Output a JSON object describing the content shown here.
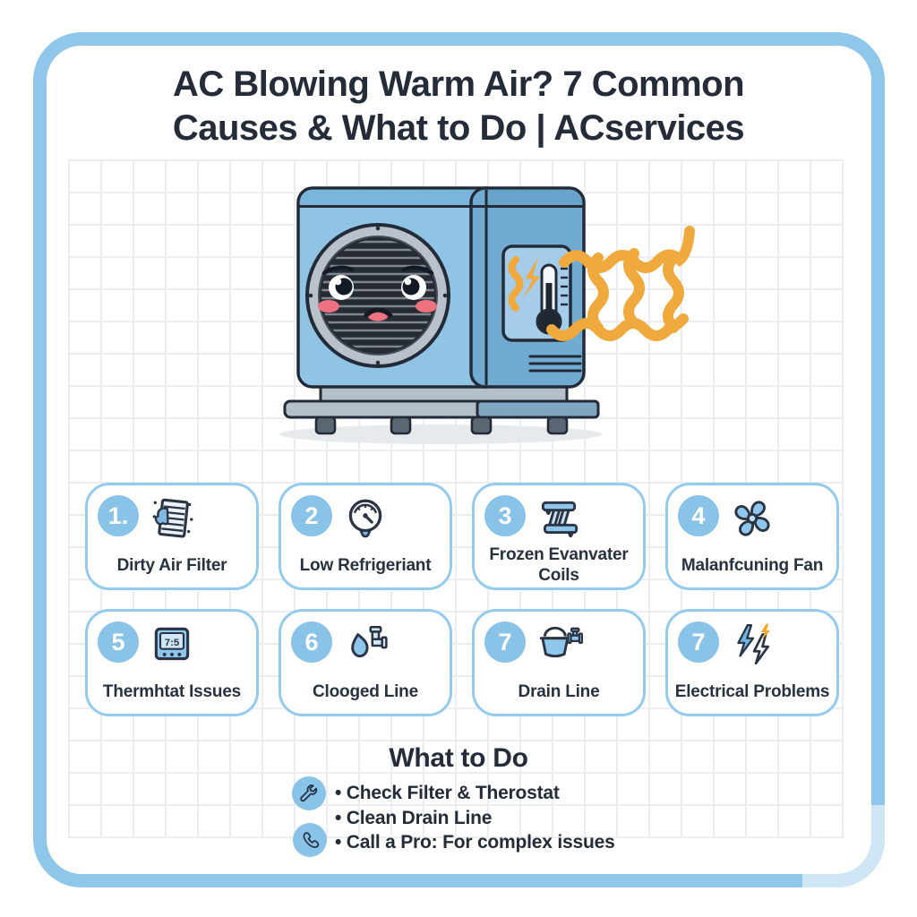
{
  "title": {
    "line1": "AC Blowing Warm Air? 7 Common",
    "line2": "Causes & What to Do | ACservices"
  },
  "cards": [
    {
      "number": "1.",
      "icon": "dirty-air-filter-icon",
      "label": "Dirty Air Filter"
    },
    {
      "number": "2",
      "icon": "pressure-gauge-icon",
      "label": "Low Refrigeriant"
    },
    {
      "number": "3",
      "icon": "frozen-coils-icon",
      "label": "Frozen Evanvater Coils"
    },
    {
      "number": "4",
      "icon": "fan-icon",
      "label": "Malanfcuning Fan"
    },
    {
      "number": "5",
      "icon": "thermostat-icon",
      "label": "Thermhtat Issues",
      "display": "7:5"
    },
    {
      "number": "6",
      "icon": "clogged-pipe-icon",
      "label": "Clooged Line"
    },
    {
      "number": "7",
      "icon": "bucket-drain-icon",
      "label": "Drain Line"
    },
    {
      "number": "7",
      "icon": "lightning-icon",
      "label": "Electrical Problems"
    }
  ],
  "what_to_do": {
    "heading": "What to Do",
    "items": [
      {
        "text": "• Check Filter & Therostat",
        "icon": "wrench-icon"
      },
      {
        "text": "• Clean Drain Line",
        "icon": ""
      },
      {
        "text": "• Call a Pro: For complex issues",
        "icon": "phone-icon"
      }
    ]
  },
  "colors": {
    "frame_border": "#8ec7ea",
    "card_border": "#92cbee",
    "badge_fill": "#8ac3e8",
    "heading_text": "#232c38",
    "heat_wave_orange": "#f0a93c",
    "unit_front_blue": "#8fc4e5",
    "unit_side_blue": "#72abd1"
  }
}
